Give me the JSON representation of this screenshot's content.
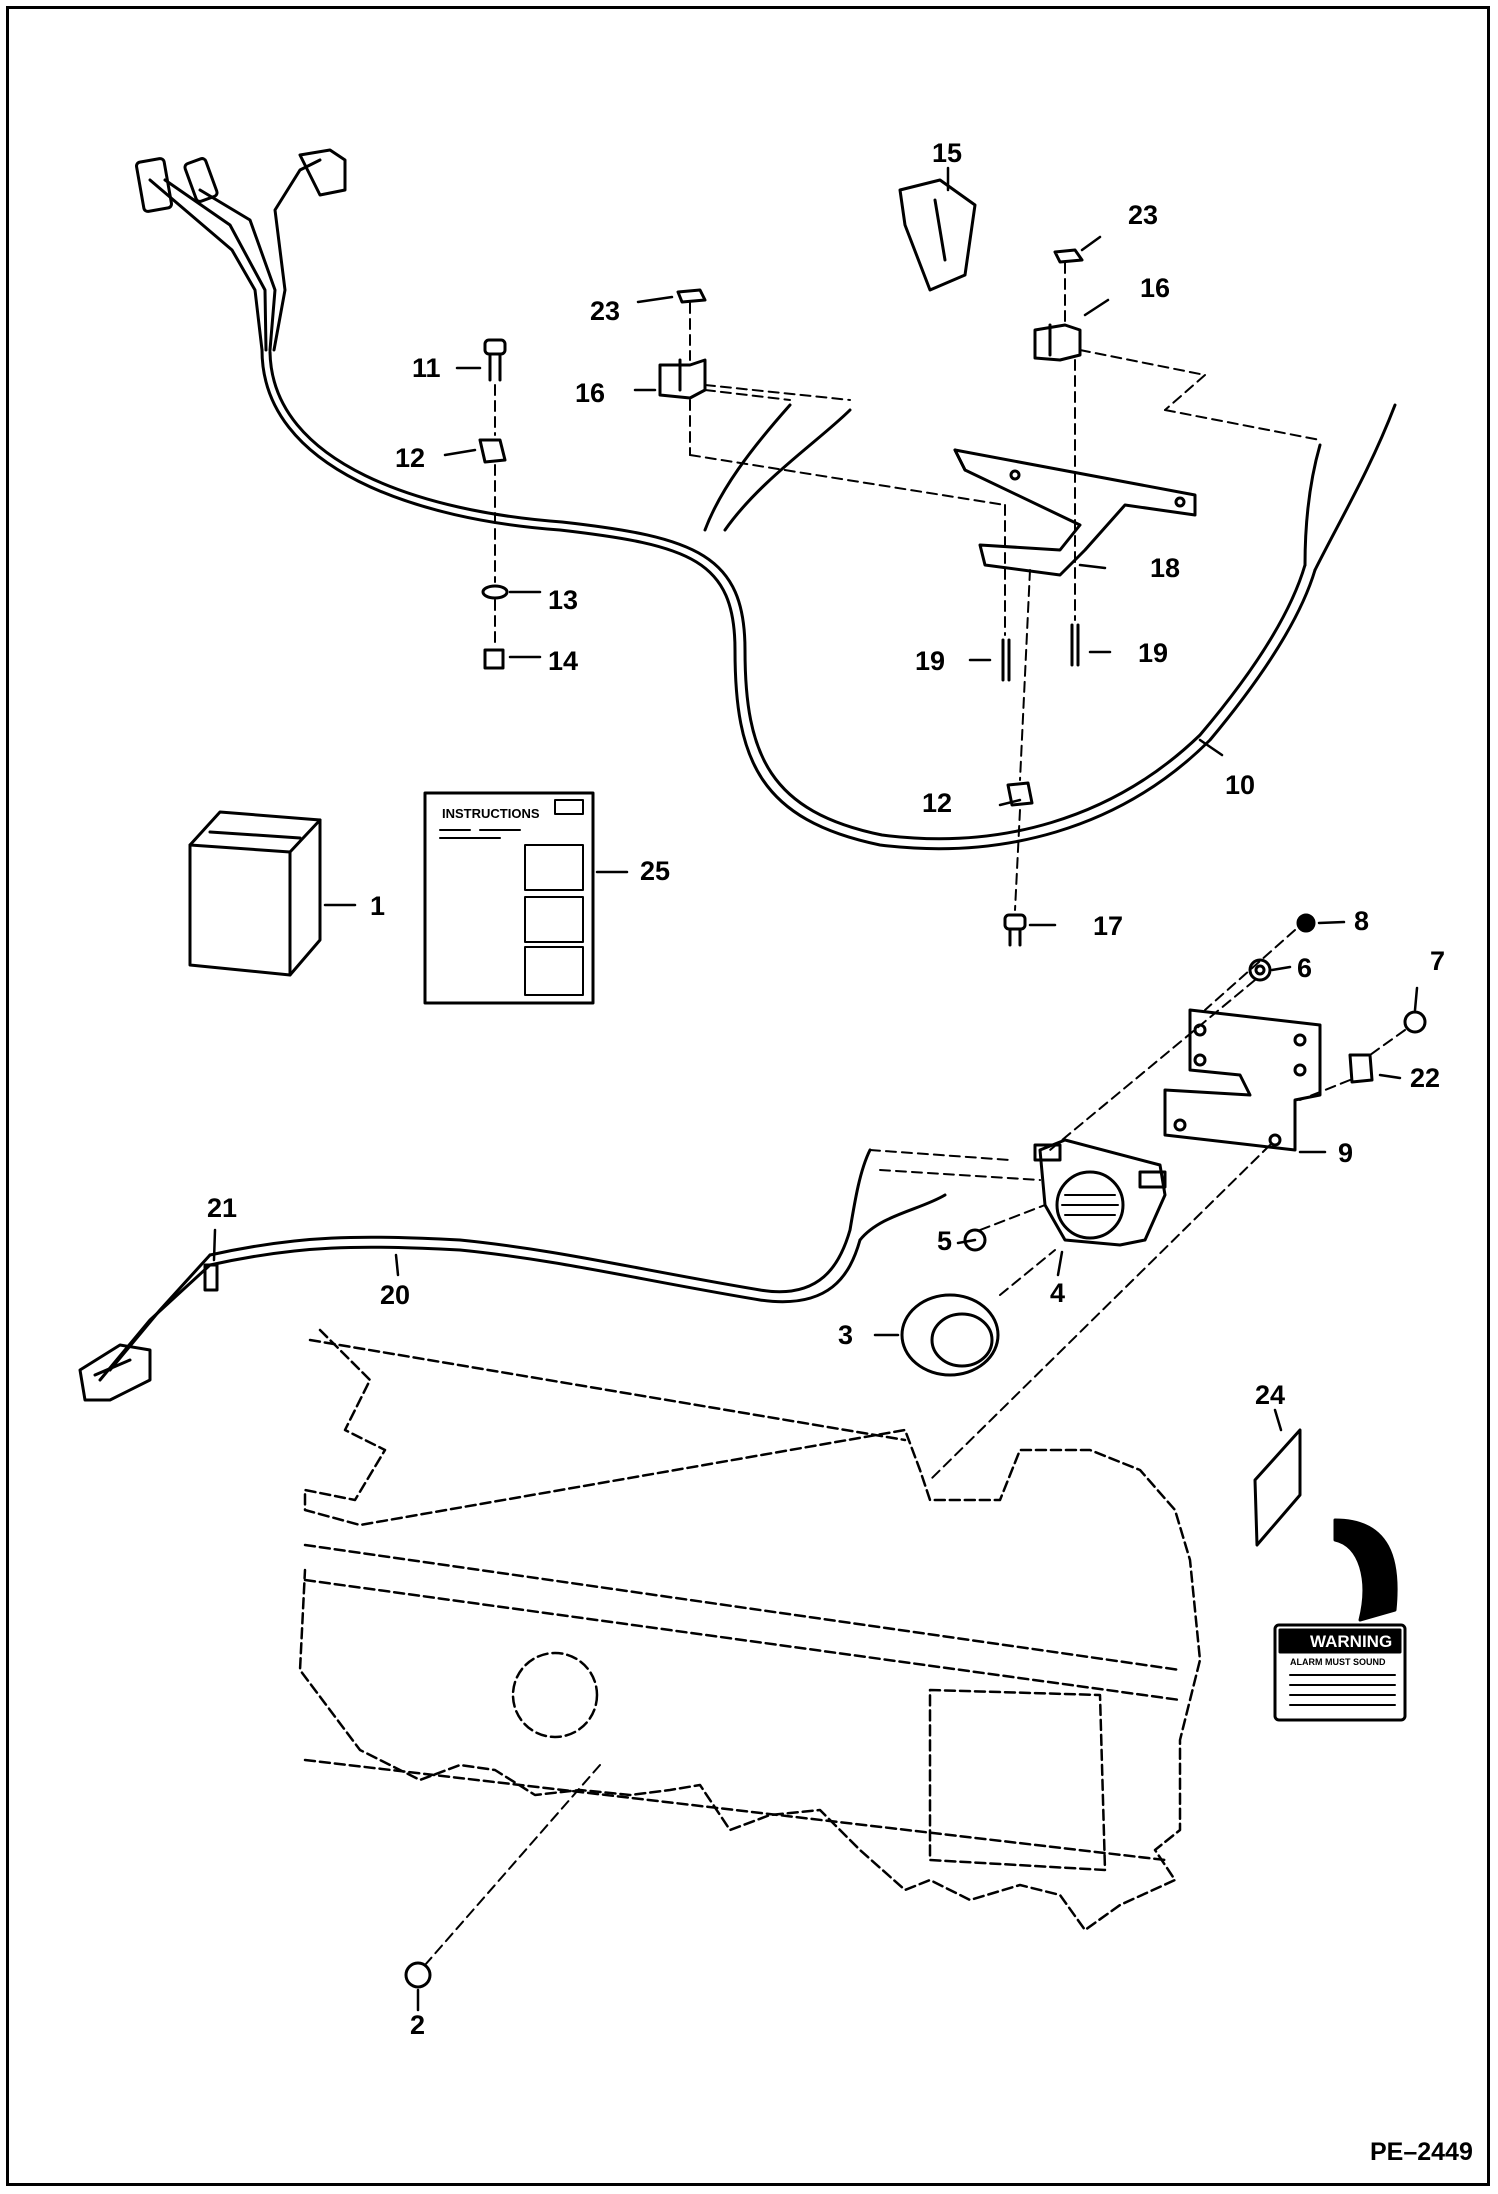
{
  "figure_id": "PE–2449",
  "instruction_sheet": {
    "title": "INSTRUCTIONS"
  },
  "warning_decal": {
    "title": "WARNING",
    "subtitle": "ALARM MUST SOUND"
  },
  "callouts": [
    {
      "id": "1",
      "text": "1"
    },
    {
      "id": "2",
      "text": "2"
    },
    {
      "id": "3",
      "text": "3"
    },
    {
      "id": "4",
      "text": "4"
    },
    {
      "id": "5",
      "text": "5"
    },
    {
      "id": "6",
      "text": "6"
    },
    {
      "id": "7",
      "text": "7"
    },
    {
      "id": "8",
      "text": "8"
    },
    {
      "id": "9",
      "text": "9"
    },
    {
      "id": "10",
      "text": "10"
    },
    {
      "id": "11",
      "text": "11"
    },
    {
      "id": "12a",
      "text": "12"
    },
    {
      "id": "12b",
      "text": "12"
    },
    {
      "id": "13",
      "text": "13"
    },
    {
      "id": "14",
      "text": "14"
    },
    {
      "id": "15",
      "text": "15"
    },
    {
      "id": "16a",
      "text": "16"
    },
    {
      "id": "16b",
      "text": "16"
    },
    {
      "id": "17",
      "text": "17"
    },
    {
      "id": "18",
      "text": "18"
    },
    {
      "id": "19a",
      "text": "19"
    },
    {
      "id": "19b",
      "text": "19"
    },
    {
      "id": "20",
      "text": "20"
    },
    {
      "id": "21",
      "text": "21"
    },
    {
      "id": "22",
      "text": "22"
    },
    {
      "id": "23a",
      "text": "23"
    },
    {
      "id": "23b",
      "text": "23"
    },
    {
      "id": "24",
      "text": "24"
    },
    {
      "id": "25",
      "text": "25"
    }
  ]
}
